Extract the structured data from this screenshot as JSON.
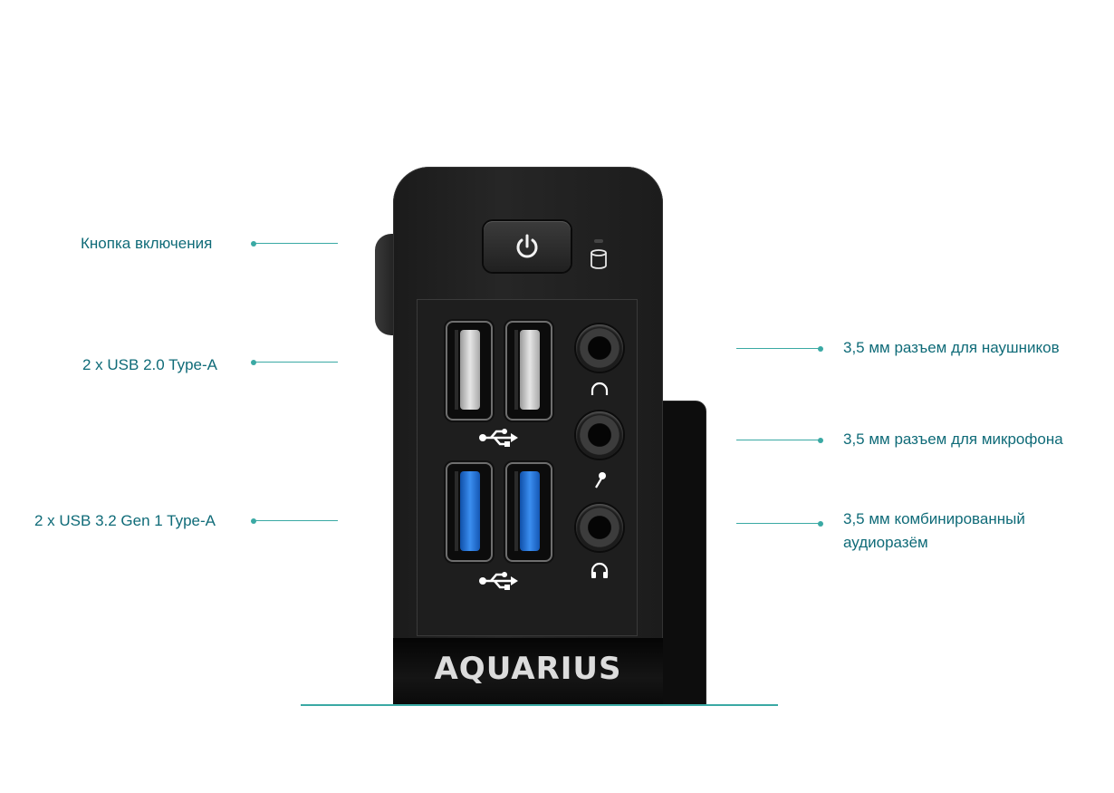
{
  "callouts": {
    "power_button": "Кнопка включения",
    "usb20": "2 x USB 2.0 Type-A",
    "usb32": "2 x USB 3.2 Gen 1 Type-A",
    "headphone_jack": "3,5 мм разъем для наушников",
    "mic_jack": "3,5 мм разъем для микрофона",
    "combo_jack_line1": "3,5 мм комбинированный",
    "combo_jack_line2": "аудиоразём"
  },
  "device": {
    "brand": "AQUARIUS"
  },
  "colors": {
    "accent": "#3aa9a4",
    "label_text": "#0f6b78",
    "device_body": "#1e1e1e",
    "usb3_blue": "#2f7fe0"
  },
  "icons": [
    "power-icon",
    "hdd-icon",
    "usb-icon",
    "headphone-icon",
    "microphone-icon",
    "headset-icon"
  ]
}
